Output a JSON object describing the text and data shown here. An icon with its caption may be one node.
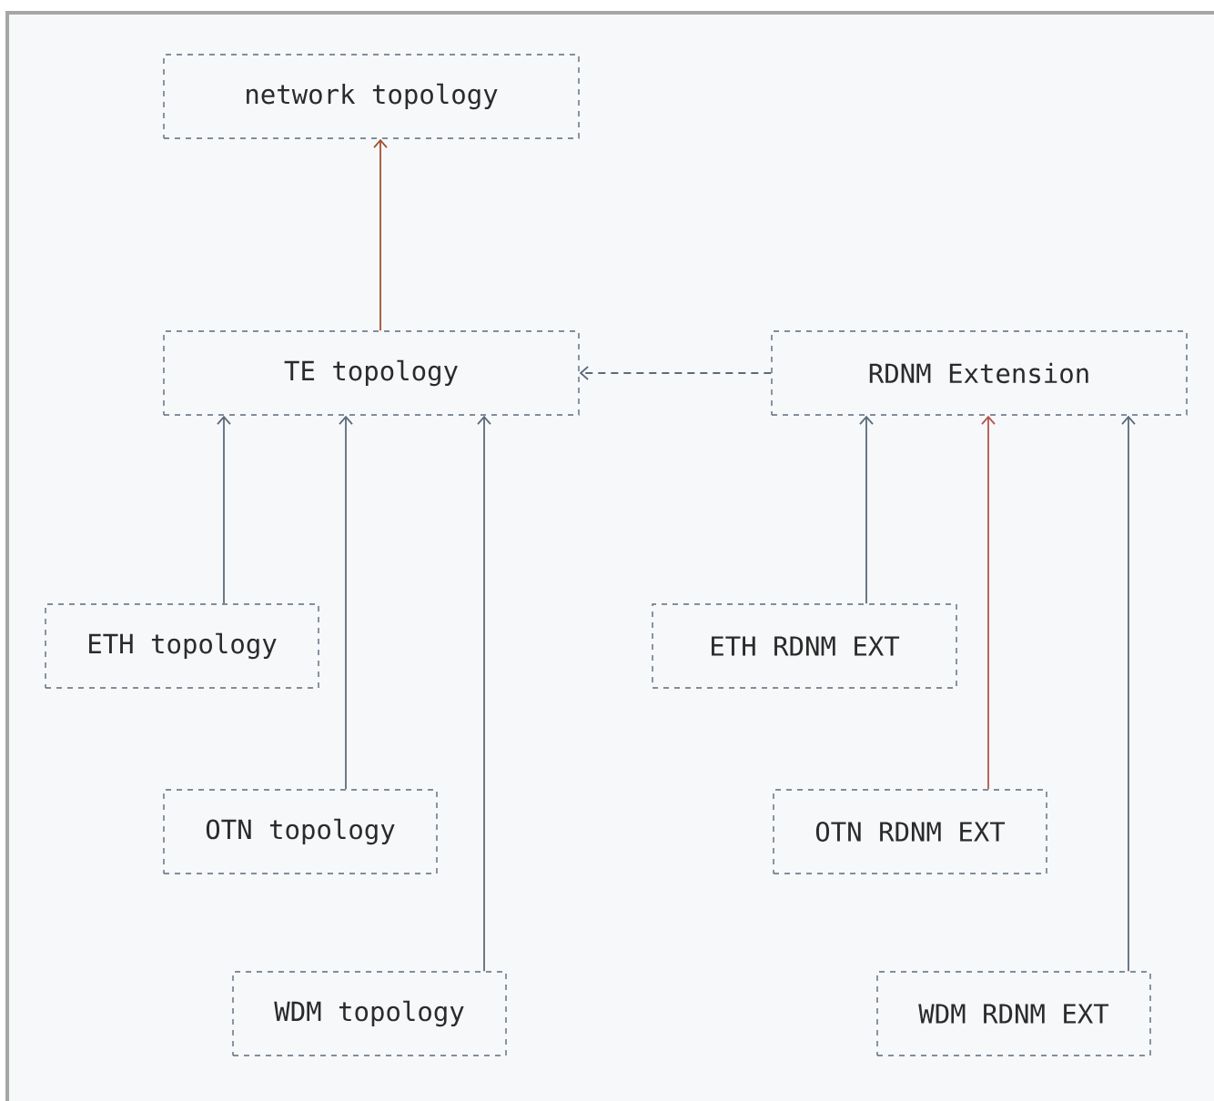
{
  "diagram": {
    "nodes": [
      {
        "text": [
          "network topology"
        ]
      },
      {
        "text": [
          "TE topology"
        ]
      },
      {
        "text": [
          "RDNM Extension"
        ]
      },
      {
        "text": [
          "ETH topology"
        ]
      },
      {
        "text": [
          "OTN topology"
        ]
      },
      {
        "text": [
          "WDM topology"
        ]
      },
      {
        "text": [
          "ETH RDNM EXT"
        ]
      },
      {
        "text": [
          "OTN RDNM EXT"
        ]
      },
      {
        "text": [
          "WDM RDNM EXT"
        ]
      }
    ],
    "edges": [
      {
        "from": 1,
        "to": 0,
        "arrow": "to",
        "color": "#a0522d"
      },
      {
        "from": 2,
        "to": 1,
        "arrow": "to",
        "style": "dashed"
      },
      {
        "from": 3,
        "to": 1,
        "arrow": "to"
      },
      {
        "from": 4,
        "to": 1,
        "arrow": "to"
      },
      {
        "from": 5,
        "to": 1,
        "arrow": "to"
      },
      {
        "from": 6,
        "to": 2,
        "arrow": "to"
      },
      {
        "from": 7,
        "to": 2,
        "arrow": "to",
        "color": "#b5534a"
      },
      {
        "from": 8,
        "to": 2,
        "arrow": "to"
      }
    ]
  }
}
